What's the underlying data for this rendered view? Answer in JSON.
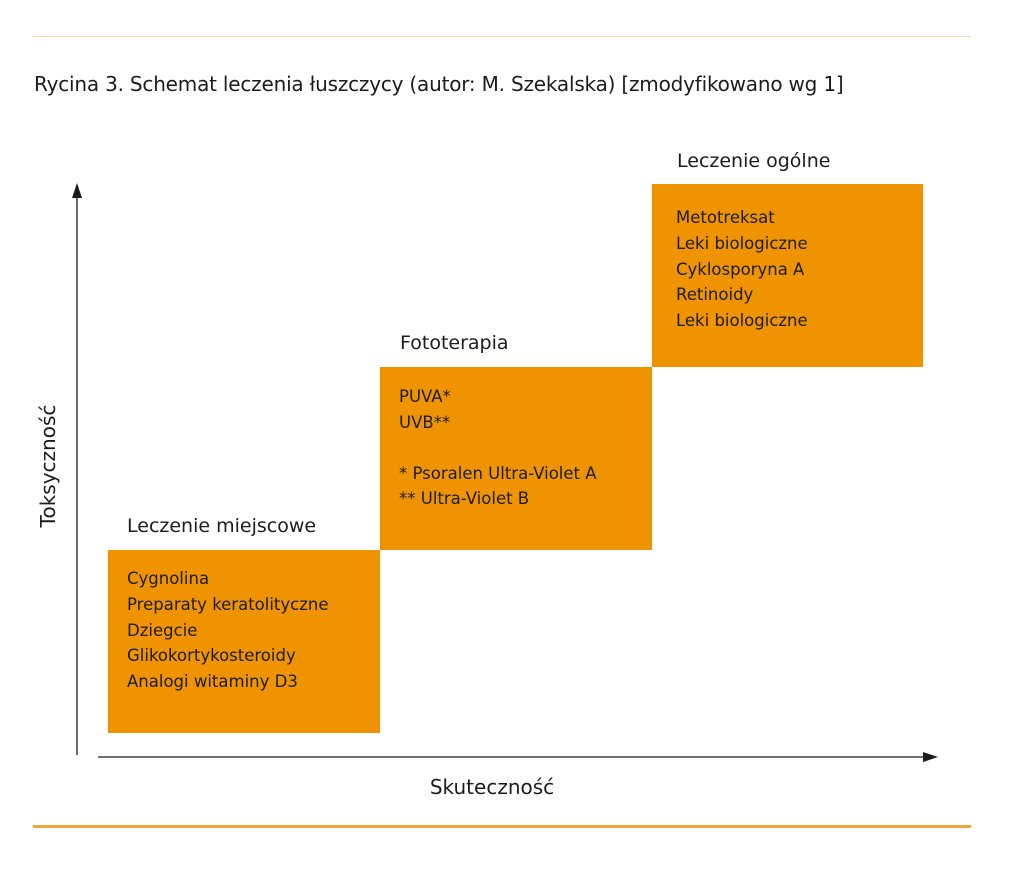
{
  "caption": "Rycina 3. Schemat leczenia łuszczycy (autor: M. Szekalska) [zmodyfikowano wg 1]",
  "axes": {
    "y_label": "Toksyczność",
    "x_label": "Skuteczność"
  },
  "stages": [
    {
      "title": "Leczenie miejscowe",
      "items": [
        "Cygnolina",
        "Preparaty keratolityczne",
        "Dziegcie",
        "Glikokortykosteroidy",
        "Analogi witaminy D3"
      ]
    },
    {
      "title": "Fototerapia",
      "items": [
        "PUVA*",
        "UVB**"
      ],
      "footnotes": [
        "* Psoralen Ultra-Violet A",
        "** Ultra-Violet B"
      ]
    },
    {
      "title": "Leczenie ogólne",
      "items": [
        "Metotreksat",
        "Leki biologiczne",
        "Cyklosporyna A",
        "Retinoidy",
        "Leki biologiczne"
      ]
    }
  ],
  "colors": {
    "box_fill": "#ef9400",
    "bottom_rule": "#efa53a",
    "top_rule": "#ecd9a8",
    "text": "#1c1c1c"
  }
}
